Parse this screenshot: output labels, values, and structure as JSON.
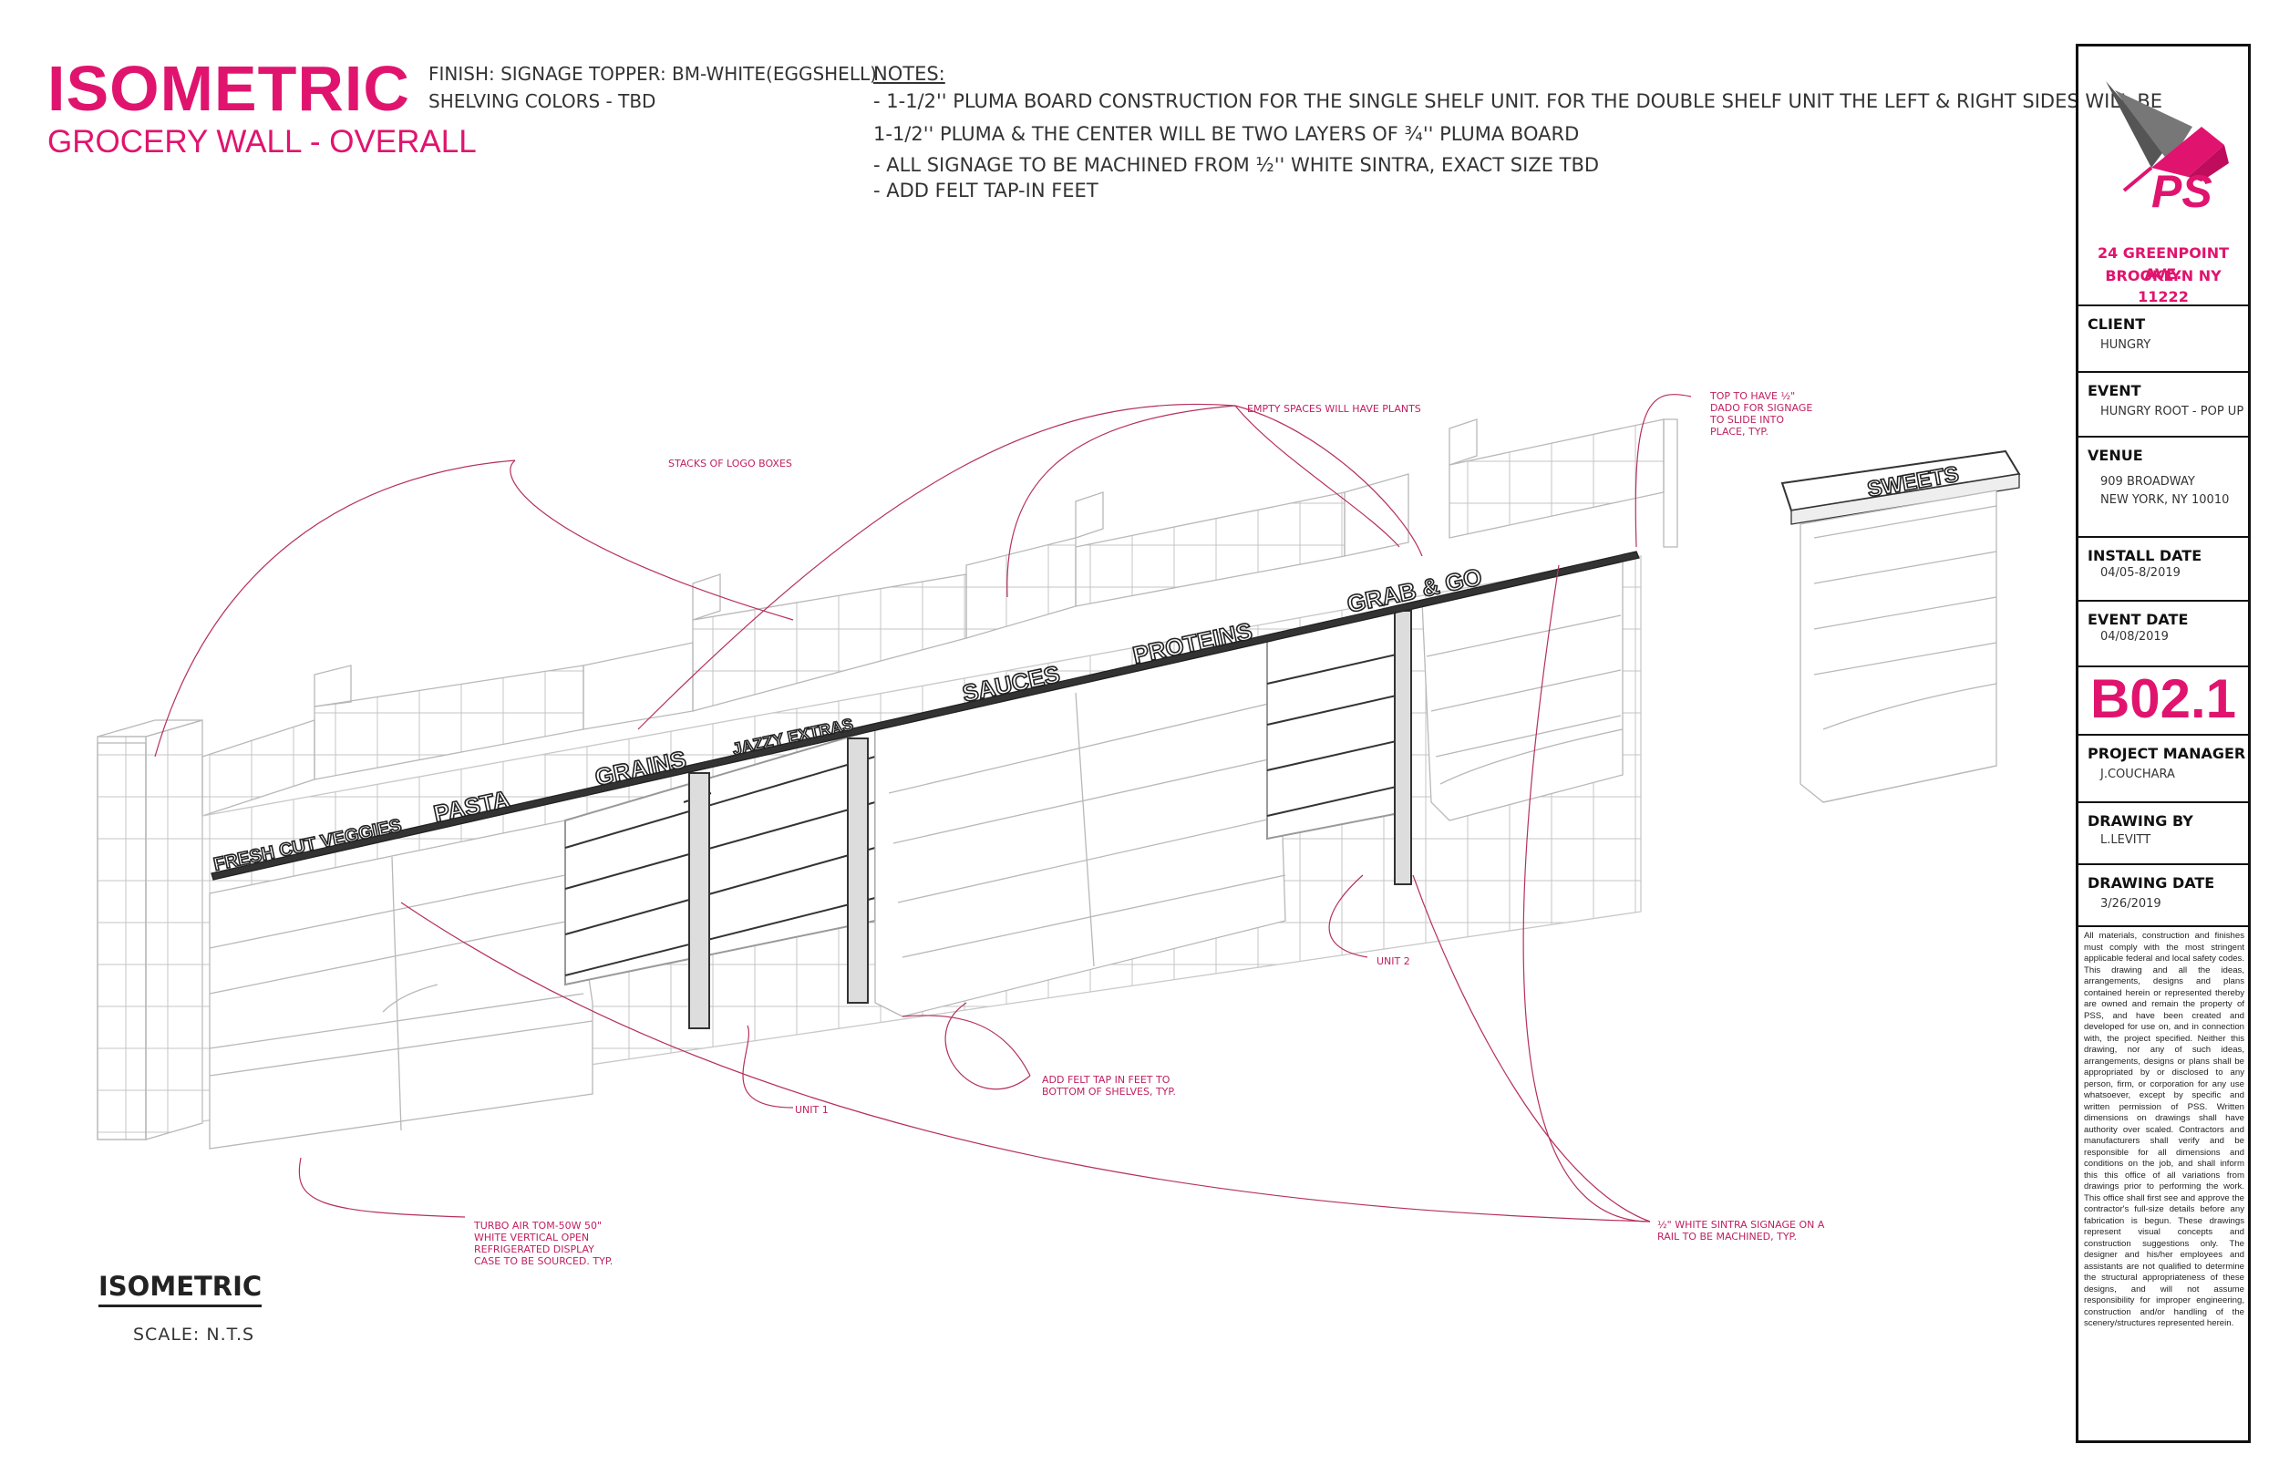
{
  "header": {
    "title": "ISOMETRIC",
    "subtitle": "GROCERY WALL - OVERALL",
    "finish": "FINISH: SIGNAGE TOPPER: BM-WHITE(EGGSHELL)",
    "shelving": "SHELVING COLORS - TBD"
  },
  "notes": {
    "heading": "NOTES:",
    "line1": "- 1-1/2'' PLUMA BOARD CONSTRUCTION FOR THE SINGLE SHELF UNIT. FOR THE DOUBLE SHELF UNIT THE LEFT & RIGHT SIDES WILL BE",
    "line2": "1-1/2'' PLUMA & THE CENTER WILL BE TWO LAYERS OF ¾'' PLUMA BOARD",
    "line3": "- ALL SIGNAGE TO BE MACHINED FROM ½'' WHITE SINTRA, EXACT SIZE TBD",
    "line4": "- ADD FELT TAP-IN FEET"
  },
  "signs": {
    "fresh": "FRESH CUT VEGGIES",
    "pasta": "PASTA",
    "grains": "GRAINS",
    "jazzy": "JAZZY EXTRAS",
    "sauces": "SAUCES",
    "proteins": "PROTEINS",
    "grab": "GRAB & GO",
    "sweets": "SWEETS"
  },
  "annotations": {
    "stacks": "STACKS OF LOGO BOXES",
    "empty": "EMPTY SPACES WILL HAVE PLANTS",
    "top1": "TOP TO HAVE ½\"",
    "top2": "DADO FOR SIGNAGE",
    "top3": "TO SLIDE INTO",
    "top4": "PLACE, TYP.",
    "unit1": "UNIT 1",
    "unit2": "UNIT 2",
    "felt1": "ADD FELT TAP IN FEET TO",
    "felt2": "BOTTOM OF SHELVES, TYP.",
    "turbo1": "TURBO AIR TOM-50W 50\"",
    "turbo2": "WHITE VERTICAL OPEN",
    "turbo3": "REFRIGERATED DISPLAY",
    "turbo4": "CASE TO BE SOURCED. TYP.",
    "sintra1": "½\" WHITE SINTRA SIGNAGE ON A",
    "sintra2": "RAIL TO BE MACHINED, TYP."
  },
  "footer": {
    "label": "ISOMETRIC",
    "scale": "SCALE:  N.T.S"
  },
  "title_block": {
    "logo_text": "PS",
    "address1": "24 GREENPOINT AVE.",
    "address2": "BROOKLYN NY 11222",
    "client_label": "CLIENT",
    "client": "HUNGRY",
    "event_label": "EVENT",
    "event": "HUNGRY ROOT - POP UP",
    "venue_label": "VENUE",
    "venue1": "909 BROADWAY",
    "venue2": "NEW YORK, NY 10010",
    "install_label": "INSTALL DATE",
    "install": "04/05-8/2019",
    "eventdate_label": "EVENT DATE",
    "eventdate": "04/08/2019",
    "sheet": "B02.1",
    "pm_label": "PROJECT MANAGER",
    "pm": "J.COUCHARA",
    "drawn_label": "DRAWING BY",
    "drawn": "L.LEVITT",
    "date_label": "DRAWING DATE",
    "date": "3/26/2019",
    "disclaimer": "All materials, construction and finishes must comply with the most stringent applicable federal and local safety codes. This drawing and all the ideas, arrangements, designs and plans contained herein or represented thereby are owned and remain the property of PSS, and have been created and developed for use on, and in connection with, the project specified. Neither this drawing, nor any of such ideas, arrangements, designs or plans shall be appropriated by or disclosed to any person, firm, or corporation for any use whatsoever, except by specific and written permission of PSS. Written dimensions on drawings shall have authority over scaled. Contractors and manufacturers shall verify and be responsible for all dimensions and conditions on the job, and shall inform this this office of all variations from drawings prior to performing the work. This office shall first see and approve the contractor's full-size details before any fabrication is begun. These drawings represent visual concepts and construction suggestions only. The designer and his/her employees and assistants are not qualified to determine the structural appropriateness of these designs, and will not assume responsibility for improper engineering, construction and/or handling of the scenery/structures represented herein."
  },
  "colors": {
    "accent": "#e0146e",
    "line": "#b0b0b0",
    "leader": "#b5305f"
  }
}
